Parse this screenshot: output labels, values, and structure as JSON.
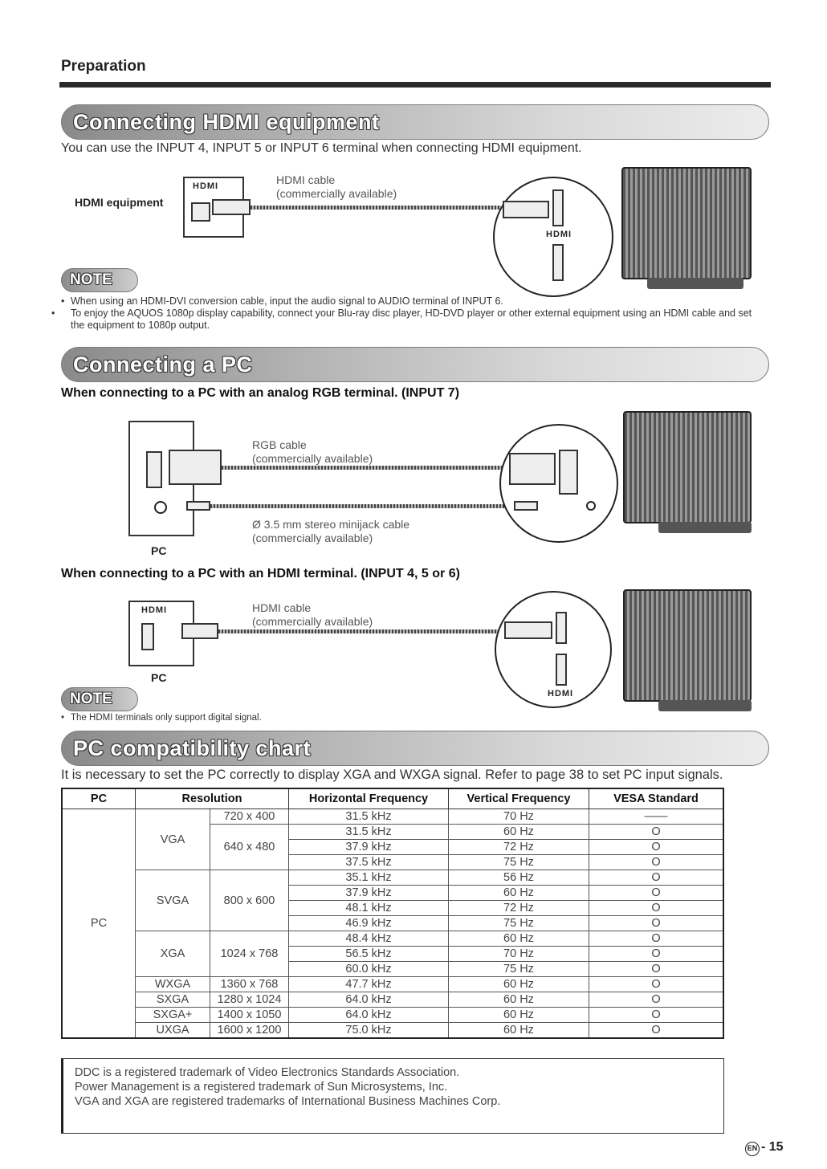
{
  "header": {
    "section_title": "Preparation"
  },
  "hdmi_section": {
    "banner": "Connecting HDMI equipment",
    "intro": "You can use the INPUT 4, INPUT 5 or INPUT 6 terminal when connecting HDMI equipment.",
    "device_label": "HDMI equipment",
    "cable_label": "HDMI cable",
    "cable_note": "(commercially available)",
    "hdmi_logo": "HDMI",
    "note_badge": "NOTE",
    "notes": [
      "When using an HDMI-DVI conversion cable, input the audio signal to AUDIO terminal of INPUT 6.",
      "To enjoy the AQUOS 1080p display capability, connect your Blu-ray disc player, HD-DVD player or other external equipment using an HDMI cable and set the equipment to 1080p output."
    ]
  },
  "pc_section": {
    "banner": "Connecting a PC",
    "analog_heading": "When connecting to a PC with an analog RGB terminal. (INPUT 7)",
    "rgb_cable": "RGB cable",
    "rgb_note": "(commercially available)",
    "minijack_cable": "Ø 3.5 mm stereo minijack cable",
    "minijack_note": "(commercially available)",
    "pc_label": "PC",
    "hdmi_heading": "When connecting to a PC with an HDMI terminal. (INPUT 4, 5 or 6)",
    "hdmi_cable": "HDMI cable",
    "hdmi_note": "(commercially available)",
    "hdmi_logo": "HDMI",
    "note_badge": "NOTE",
    "notes": [
      "The HDMI terminals only support digital signal."
    ]
  },
  "compat_section": {
    "banner": "PC compatibility chart",
    "intro": "It is necessary to set the PC correctly to display XGA and WXGA signal. Refer to page 38 to set PC input signals.",
    "headers": [
      "PC",
      "Resolution",
      "Horizontal Frequency",
      "Vertical Frequency",
      "VESA Standard"
    ],
    "pc_group": "PC",
    "rows": [
      {
        "mode": "",
        "res": "720 x 400",
        "h": "31.5 kHz",
        "v": "70 Hz",
        "vesa": "——"
      },
      {
        "mode": "VGA",
        "res": "640 x 480",
        "h": "31.5 kHz",
        "v": "60 Hz",
        "vesa": "O"
      },
      {
        "mode": "",
        "res": "",
        "h": "37.9 kHz",
        "v": "72 Hz",
        "vesa": "O"
      },
      {
        "mode": "",
        "res": "",
        "h": "37.5 kHz",
        "v": "75 Hz",
        "vesa": "O"
      },
      {
        "mode": "SVGA",
        "res": "800 x 600",
        "h": "35.1 kHz",
        "v": "56 Hz",
        "vesa": "O"
      },
      {
        "mode": "",
        "res": "",
        "h": "37.9 kHz",
        "v": "60 Hz",
        "vesa": "O"
      },
      {
        "mode": "",
        "res": "",
        "h": "48.1 kHz",
        "v": "72 Hz",
        "vesa": "O"
      },
      {
        "mode": "",
        "res": "",
        "h": "46.9 kHz",
        "v": "75 Hz",
        "vesa": "O"
      },
      {
        "mode": "XGA",
        "res": "1024 x 768",
        "h": "48.4 kHz",
        "v": "60 Hz",
        "vesa": "O"
      },
      {
        "mode": "",
        "res": "",
        "h": "56.5 kHz",
        "v": "70 Hz",
        "vesa": "O"
      },
      {
        "mode": "",
        "res": "",
        "h": "60.0 kHz",
        "v": "75 Hz",
        "vesa": "O"
      },
      {
        "mode": "WXGA",
        "res": "1360 x 768",
        "h": "47.7 kHz",
        "v": "60 Hz",
        "vesa": "O"
      },
      {
        "mode": "SXGA",
        "res": "1280 x 1024",
        "h": "64.0 kHz",
        "v": "60 Hz",
        "vesa": "O"
      },
      {
        "mode": "SXGA+",
        "res": "1400 x 1050",
        "h": "64.0 kHz",
        "v": "60 Hz",
        "vesa": "O"
      },
      {
        "mode": "UXGA",
        "res": "1600 x 1200",
        "h": "75.0 kHz",
        "v": "60 Hz",
        "vesa": "O"
      }
    ]
  },
  "trademarks": [
    "DDC is a registered trademark of Video Electronics Standards Association.",
    "Power Management is a registered trademark of Sun Microsystems, Inc.",
    "VGA and XGA are registered trademarks of International Business Machines Corp."
  ],
  "footer": {
    "lang": "EN",
    "page": "- 15"
  }
}
